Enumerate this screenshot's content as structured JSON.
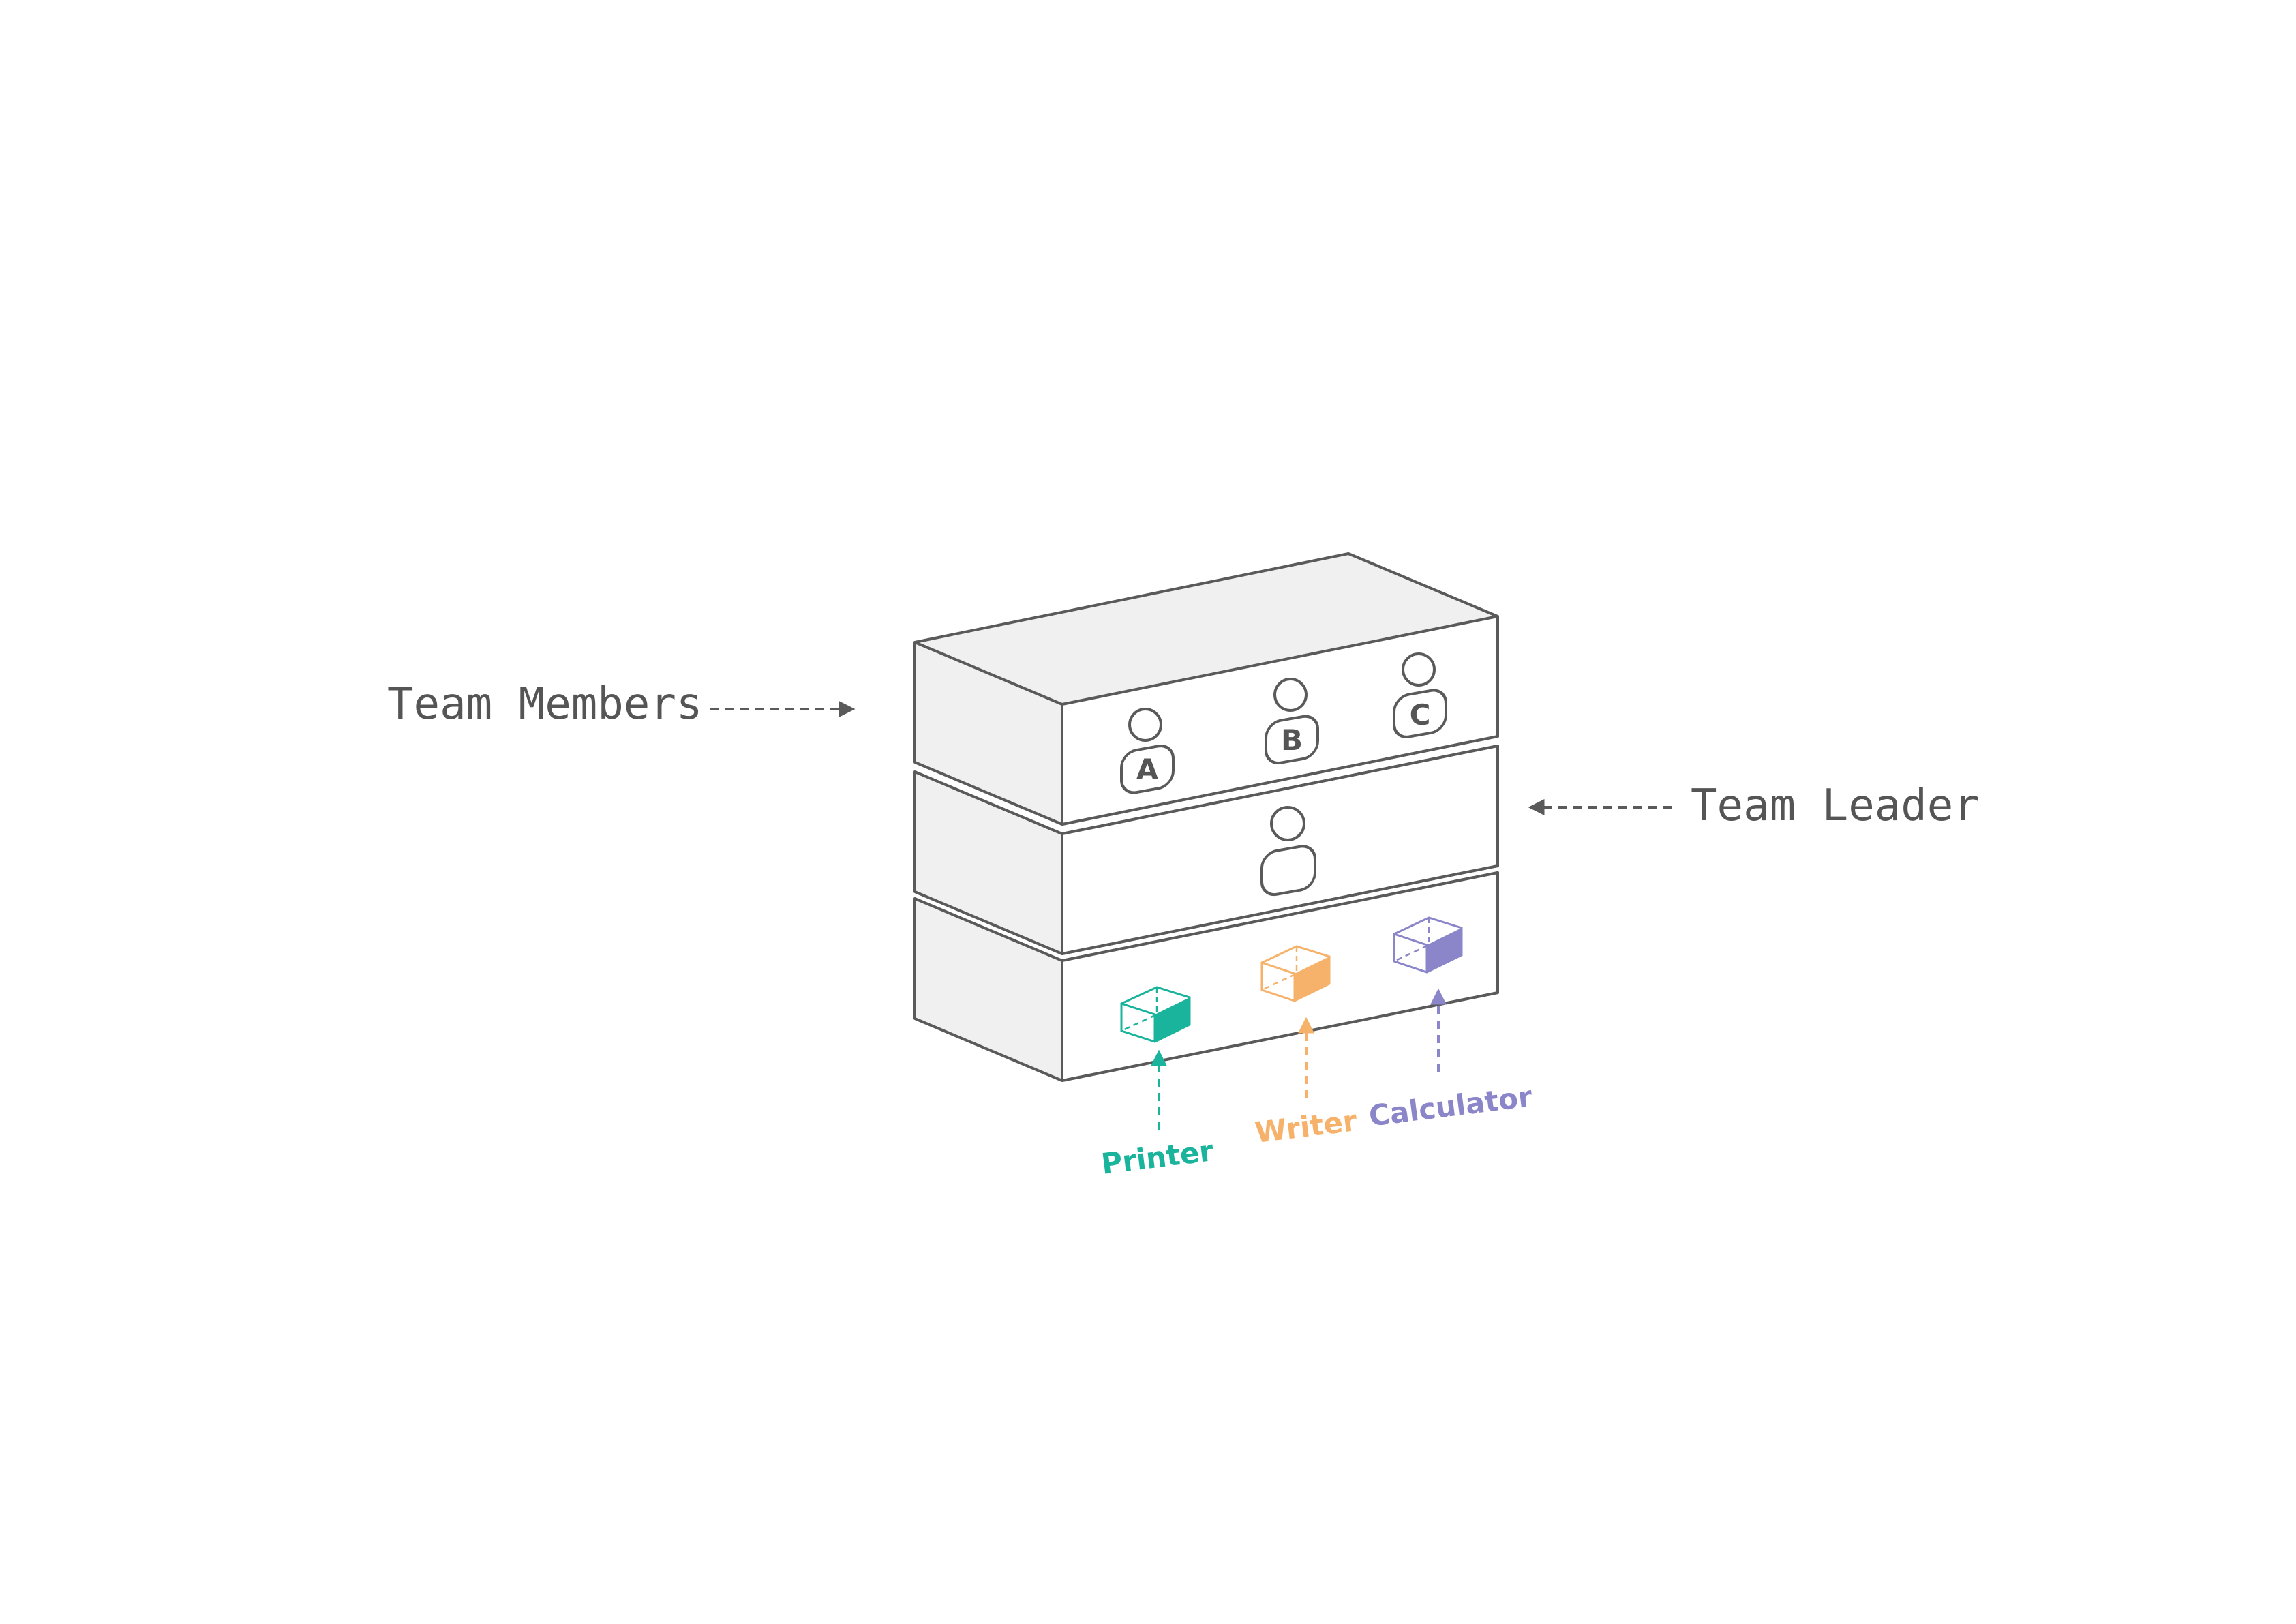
{
  "labels": {
    "team_members": "Team Members",
    "team_leader": "Team Leader"
  },
  "members": [
    {
      "letter": "A"
    },
    {
      "letter": "B"
    },
    {
      "letter": "C"
    }
  ],
  "tools": [
    {
      "label": "Printer",
      "color": "#19b49b",
      "icon": "cube-icon"
    },
    {
      "label": "Writer",
      "color": "#f6b26b",
      "icon": "cube-icon"
    },
    {
      "label": "Calculator",
      "color": "#8a86c9",
      "icon": "cube-icon"
    }
  ],
  "colors": {
    "outline": "#5a5a5a",
    "side_fill": "#f0f0f0",
    "text": "#555555"
  }
}
